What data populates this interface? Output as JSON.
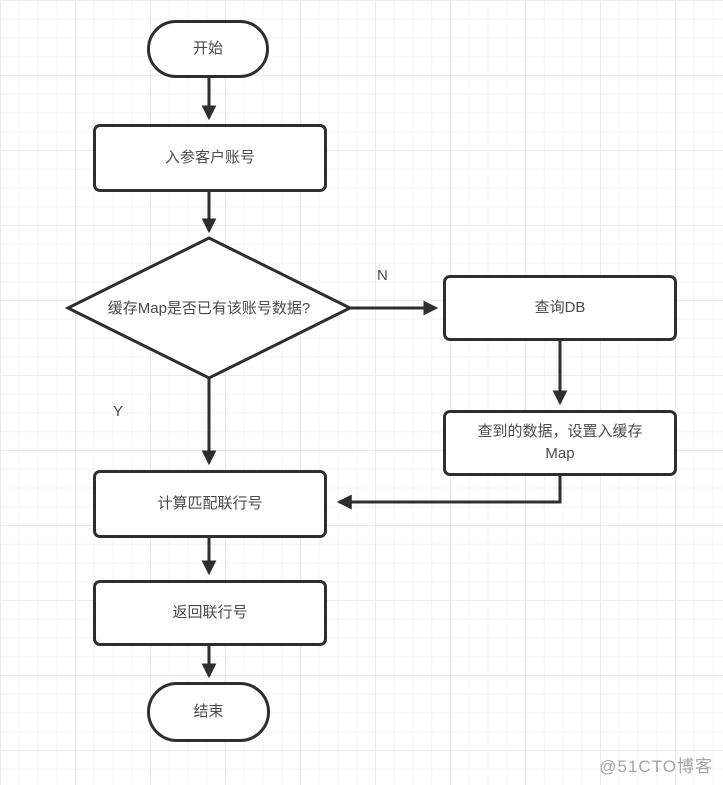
{
  "diagram": {
    "nodes": {
      "start": {
        "label": "开始",
        "shape": "terminator"
      },
      "input_account": {
        "label": "入参客户账号",
        "shape": "process"
      },
      "cache_decision": {
        "label": "缓存Map是否已有该账号数据?",
        "shape": "decision"
      },
      "query_db": {
        "label": "查询DB",
        "shape": "process"
      },
      "set_cache": {
        "label": "查到的数据，设置入缓存Map",
        "shape": "process"
      },
      "calc_bank_no": {
        "label": "计算匹配联行号",
        "shape": "process"
      },
      "return_bank_no": {
        "label": "返回联行号",
        "shape": "process"
      },
      "end": {
        "label": "结束",
        "shape": "terminator"
      }
    },
    "branch_labels": {
      "no": "N",
      "yes": "Y"
    },
    "edges": [
      {
        "from": "start",
        "to": "input_account"
      },
      {
        "from": "input_account",
        "to": "cache_decision"
      },
      {
        "from": "cache_decision",
        "to": "query_db",
        "label": "N"
      },
      {
        "from": "cache_decision",
        "to": "calc_bank_no",
        "label": "Y"
      },
      {
        "from": "query_db",
        "to": "set_cache"
      },
      {
        "from": "set_cache",
        "to": "calc_bank_no"
      },
      {
        "from": "calc_bank_no",
        "to": "return_bank_no"
      },
      {
        "from": "return_bank_no",
        "to": "end"
      }
    ]
  },
  "watermark": {
    "text": "@51CTO博客"
  },
  "colors": {
    "shape_border": "#2e2e2e",
    "label_text": "#4a4a4a",
    "grid_minor": "#f5f5f5",
    "grid_major": "#e9e9e9",
    "watermark": "#a6a6a6"
  }
}
